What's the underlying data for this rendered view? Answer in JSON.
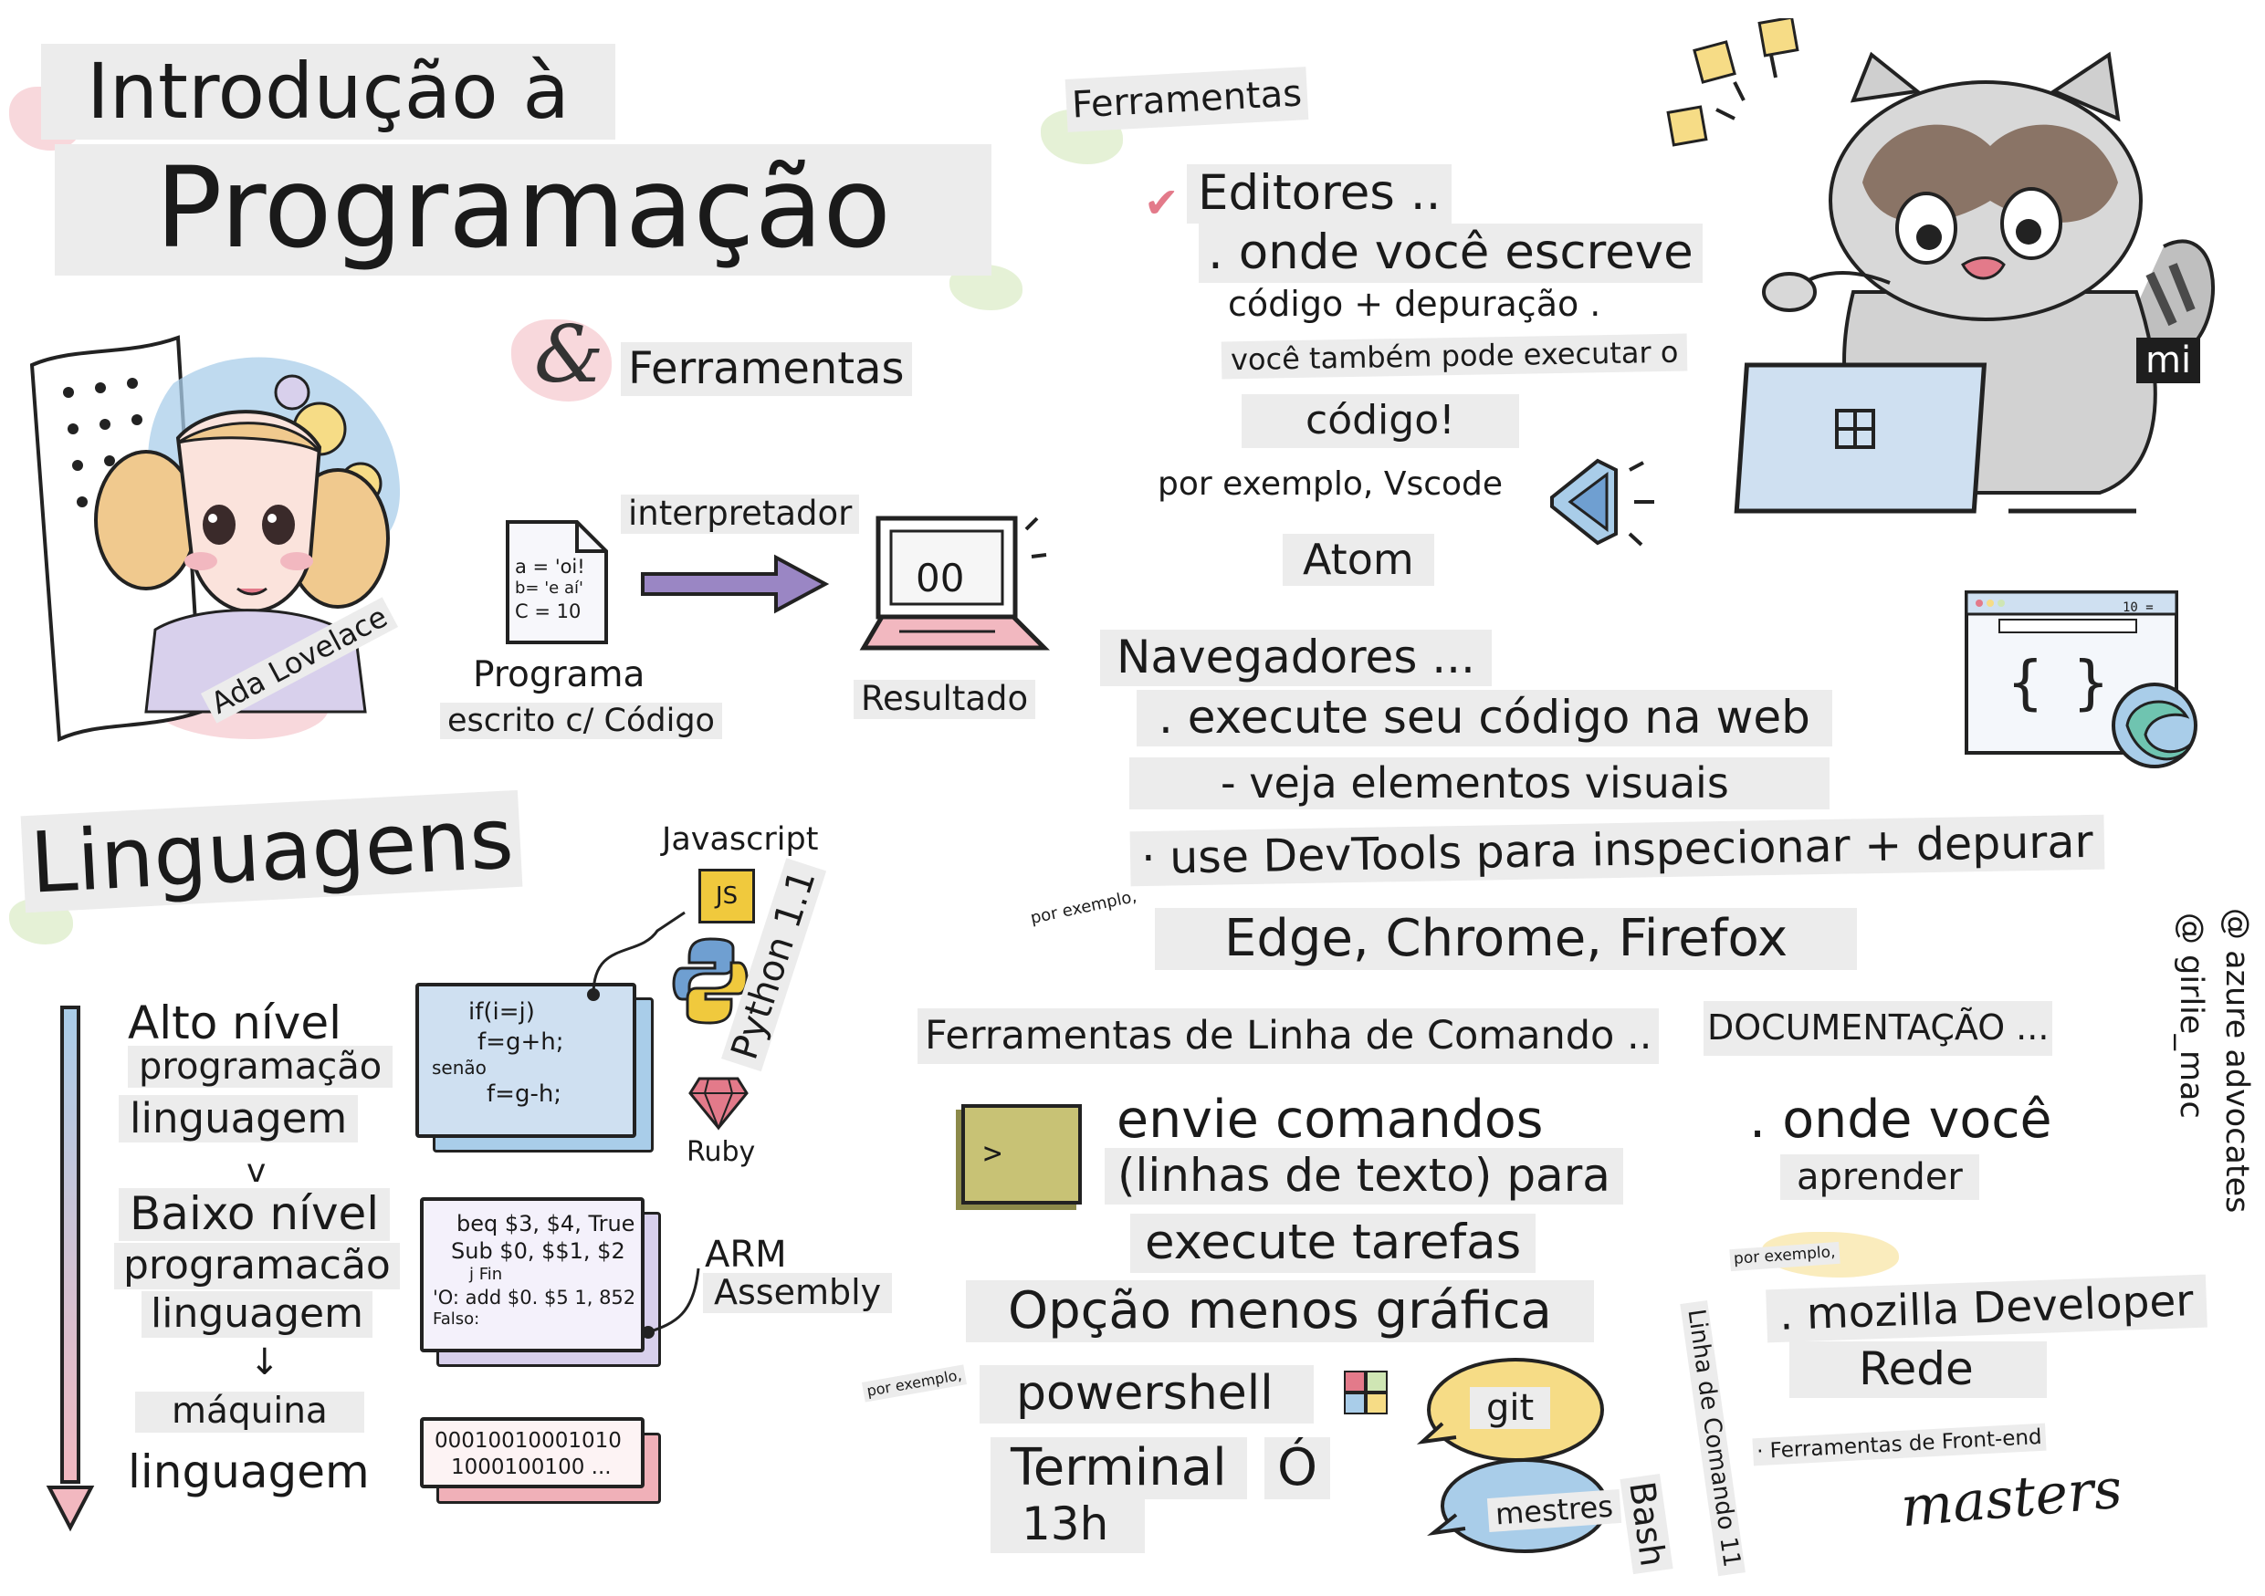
{
  "title": {
    "line1": "Introdução à",
    "line2": "Programação"
  },
  "subtitle": {
    "amp": "&",
    "text": "Ferramentas"
  },
  "ada": {
    "name": "Ada Lovelace"
  },
  "program_flow": {
    "code_lines": [
      "a = 'oi!",
      "b= 'e aí'",
      "C = 10"
    ],
    "program_label_1": "Programa",
    "program_label_2": "escrito c/ Código",
    "interpreter_label": "interpretador",
    "screen_text": "00",
    "result_label": "Resultado"
  },
  "languages": {
    "heading": "Linguagens",
    "high_level": [
      "Alto nível",
      "programação",
      "linguagem"
    ],
    "v_label": "v",
    "low_level": [
      "Baixo nível",
      "programacão",
      "linguagem"
    ],
    "machine": [
      "máquina",
      "linguagem"
    ],
    "high_code": [
      "if(i=j)",
      "f=g+h;",
      "senão",
      "f=g-h;"
    ],
    "asm_code": [
      "beq $3, $4, True",
      "Sub $0, $$1, $2",
      "j Fin",
      "'O: add $0. $5 1, 852",
      "Falso:"
    ],
    "binary_code": [
      "00010010001010",
      "1000100100 ..."
    ],
    "javascript_label": "Javascript",
    "js_badge": "JS",
    "python_label": "Python 1.1",
    "ruby_label": "Ruby",
    "arm_label_1": "ARM",
    "arm_label_2": "Assembly"
  },
  "tools": {
    "heading": "Ferramentas",
    "editors": {
      "title": "Editores ..",
      "line1": ". onde você escreve",
      "line2": "código + depuração .",
      "line3": "você também pode executar o",
      "line4": "código!",
      "example": "por exemplo, Vscode",
      "example2": "Atom"
    },
    "browsers": {
      "title": "Navegadores ...",
      "line1": ". execute seu código na web",
      "line2": "- veja elementos visuais",
      "line3": "· use DevTools para inspecionar + depurar",
      "example_tag": "por exemplo,",
      "examples": "Edge, Chrome, Firefox",
      "window_counter": "10 ="
    },
    "cli": {
      "title": "Ferramentas de Linha de Comando ..",
      "prompt": ">",
      "line1": "envie comandos",
      "line2": "(linhas de texto) para",
      "line3": "execute tarefas",
      "line4": "Opção menos gráfica",
      "example_tag": "por exemplo,",
      "ex1": "powershell",
      "ex2": "Terminal",
      "ex2_suffix": "Ó",
      "ex3": "13h",
      "bubble1": "git",
      "bubble2": "mestres",
      "vertical1": "Linha de Comando 11",
      "vertical2": "Bash"
    },
    "docs": {
      "title": "DOCUMENTAÇÃO ...",
      "line1": ". onde você",
      "line2": "aprender",
      "example_tag": "por exemplo,",
      "ex1": ". mozilla Developer",
      "ex2": "Rede",
      "ex3": "· Ferramentas de Front-end",
      "ex4": "masters"
    }
  },
  "mascot": {
    "tag": "mi"
  },
  "credits": {
    "line1": "@ azure advocates",
    "line2": "@ girlie_mac"
  },
  "colors": {
    "label_bg": "#ececec",
    "arrow_purple": "#9a86c4",
    "pink_wash": "#f2b8c0",
    "green_wash": "#cfe6b4",
    "yellow_wash": "#f6dc86",
    "blue_wash": "#a9cde9",
    "js_yellow": "#f0c93d",
    "terminal_olive": "#c8c275",
    "card_blue": "#cfe0f1",
    "card_purple": "#d8d0ec",
    "card_red": "#f0b0b8"
  }
}
